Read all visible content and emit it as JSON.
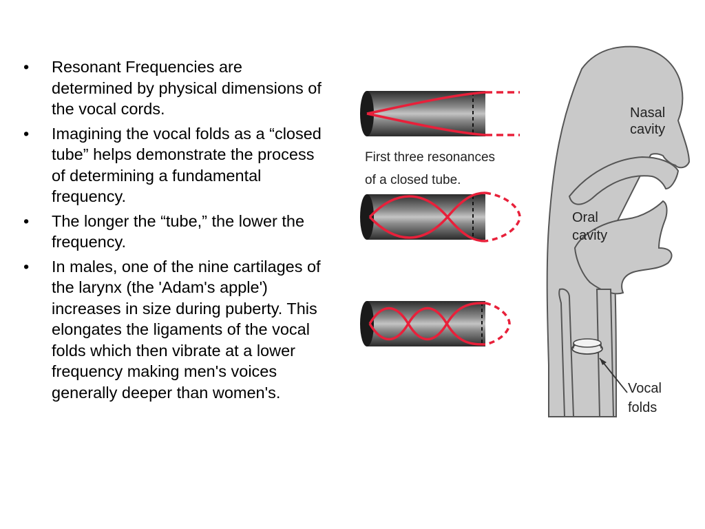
{
  "bullets": [
    {
      "marker": "•",
      "text": "Resonant Frequencies are determined by physical dimensions of the vocal cords."
    },
    {
      "marker": "•",
      "text": "Imagining the vocal folds as a “closed tube” helps demonstrate the process of determining a fundamental frequency."
    },
    {
      "marker": "•",
      "text": "The longer the “tube,” the lower the frequency."
    },
    {
      "marker": "•",
      "text": "In males, one of the nine cartilages of the larynx (the 'Adam's apple') increases in size during puberty. This elongates the ligaments of the vocal folds which then vibrate at a lower frequency making men's voices generally deeper than women's."
    }
  ],
  "figure": {
    "caption_line1": "First three resonances",
    "caption_line2": "of a closed tube.",
    "labels": {
      "nasal_1": "Nasal",
      "nasal_2": "cavity",
      "oral_1": "Oral",
      "oral_2": "cavity",
      "vocal_1": "Vocal",
      "vocal_2": "folds"
    }
  },
  "colors": {
    "wave": "#e8203a",
    "tube_dark": "#2a2a2a",
    "anatomy_fill": "#c9c9c9",
    "anatomy_stroke": "#555555"
  }
}
